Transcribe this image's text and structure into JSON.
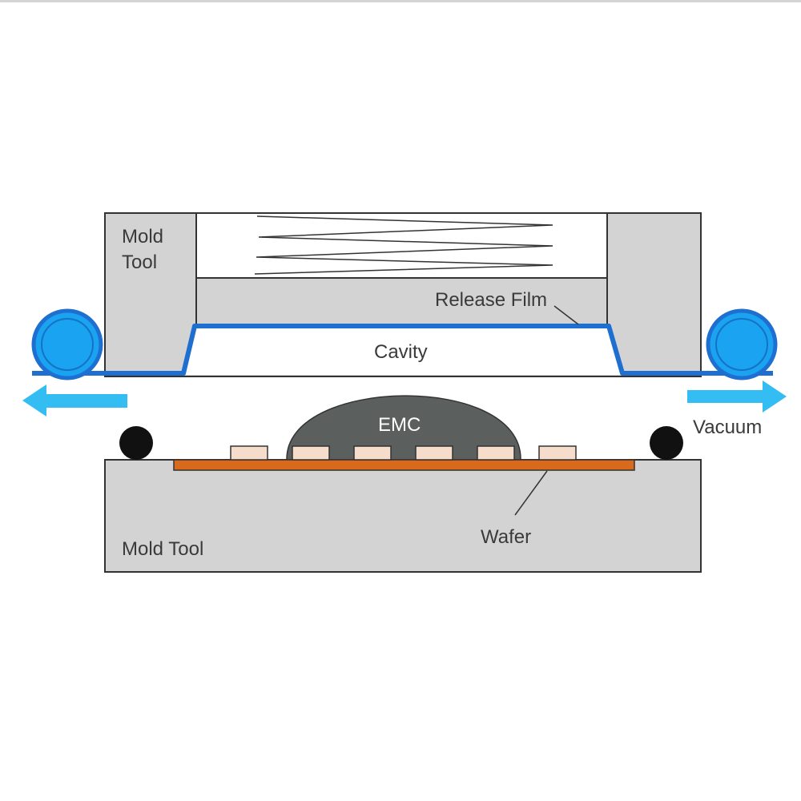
{
  "labels": {
    "upper_tool_line1": "Mold",
    "upper_tool_line2": "Tool",
    "release_film": "Release Film",
    "cavity": "Cavity",
    "emc": "EMC",
    "vacuum": "Vacuum",
    "wafer": "Wafer",
    "lower_tool": "Mold Tool"
  },
  "colors": {
    "tool_fill": "#d3d3d3",
    "outline": "#333333",
    "release_film": "#1f6fd1",
    "roller": "#1aa3f0",
    "vacuum_arrow": "#33bdf2",
    "emc": "#5b5f5e",
    "die": "#f6dccb",
    "wafer": "#d9691b",
    "seal": "#111111"
  },
  "icons": {
    "left_roller": "film-roller-icon",
    "right_roller": "film-roller-icon",
    "left_arrow": "arrow-left-icon",
    "right_arrow": "arrow-right-icon",
    "spring": "spring-zigzag-icon"
  }
}
